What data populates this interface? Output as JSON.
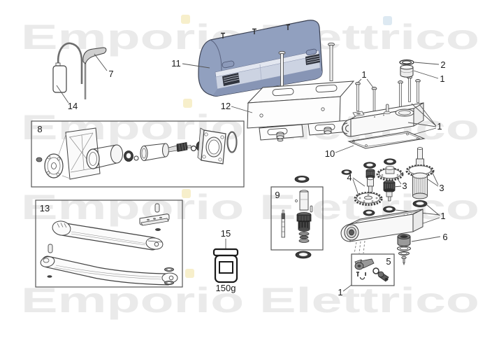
{
  "watermark": {
    "text": "Emporio Elettrico"
  },
  "labels": {
    "box_motor": "8",
    "box_output_shaft": "9",
    "box_arms": "13",
    "box_release": "5",
    "capacitor": "14",
    "allen_key": "7",
    "cover": "11",
    "bracket_plate": "12",
    "fixing_screws": "1",
    "seal_ring": "2",
    "cap": "1",
    "body_group": "1",
    "gasket": "10",
    "worm_gear_pair": "4",
    "intermediate_gear": "3",
    "output_gear": "3",
    "bearing_group": "1",
    "bushing": "6",
    "release_group_ref": "1",
    "grease": "15",
    "grease_weight": "150g"
  },
  "colors": {
    "cover_main": "#91a0bf",
    "cover_panel": "#ccd3e2",
    "cover_strip": "#8795b5",
    "vent_dark": "#30343e",
    "outline": "#3f3f3f",
    "watermark": "#eaeaea",
    "blob_yellow": "#f7efcb",
    "blob_blue": "#dde9f2"
  }
}
